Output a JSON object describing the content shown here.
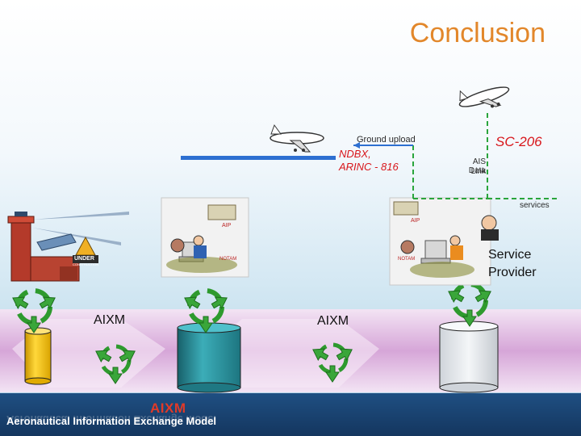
{
  "slide": {
    "title": "Conclusion"
  },
  "labels": {
    "ground_upload": "Ground upload",
    "ndbx": "NDBX,",
    "arinc": "ARINC - 816",
    "sc206": "SC-206",
    "ais_data": "AIS Data",
    "link": "Link",
    "services": "services",
    "service_provider_1": "Service",
    "service_provider_2": "Provider",
    "aixm_left": "AIXM",
    "aixm_center": "AIXM",
    "aip_1": "AIP",
    "aip_2": "AIP",
    "notam_1": "NOTAM",
    "notam_2": "NOTAM",
    "under_construction_1": "UNDER",
    "under_construction_2": "CONSTRUCTION"
  },
  "footer": {
    "logo": "AIXM",
    "text": "Aeronautical Information Exchange Model"
  },
  "colors": {
    "title": "#e2872a",
    "sc206": "#d8161b",
    "ndbx": "#d8161b",
    "dashed_line": "#2aa53c",
    "blue_bar": "#2d6fd1",
    "db_yellow": "#f4c20d",
    "db_teal": "#2c8f99",
    "band_purple": "#d6a6d8"
  }
}
